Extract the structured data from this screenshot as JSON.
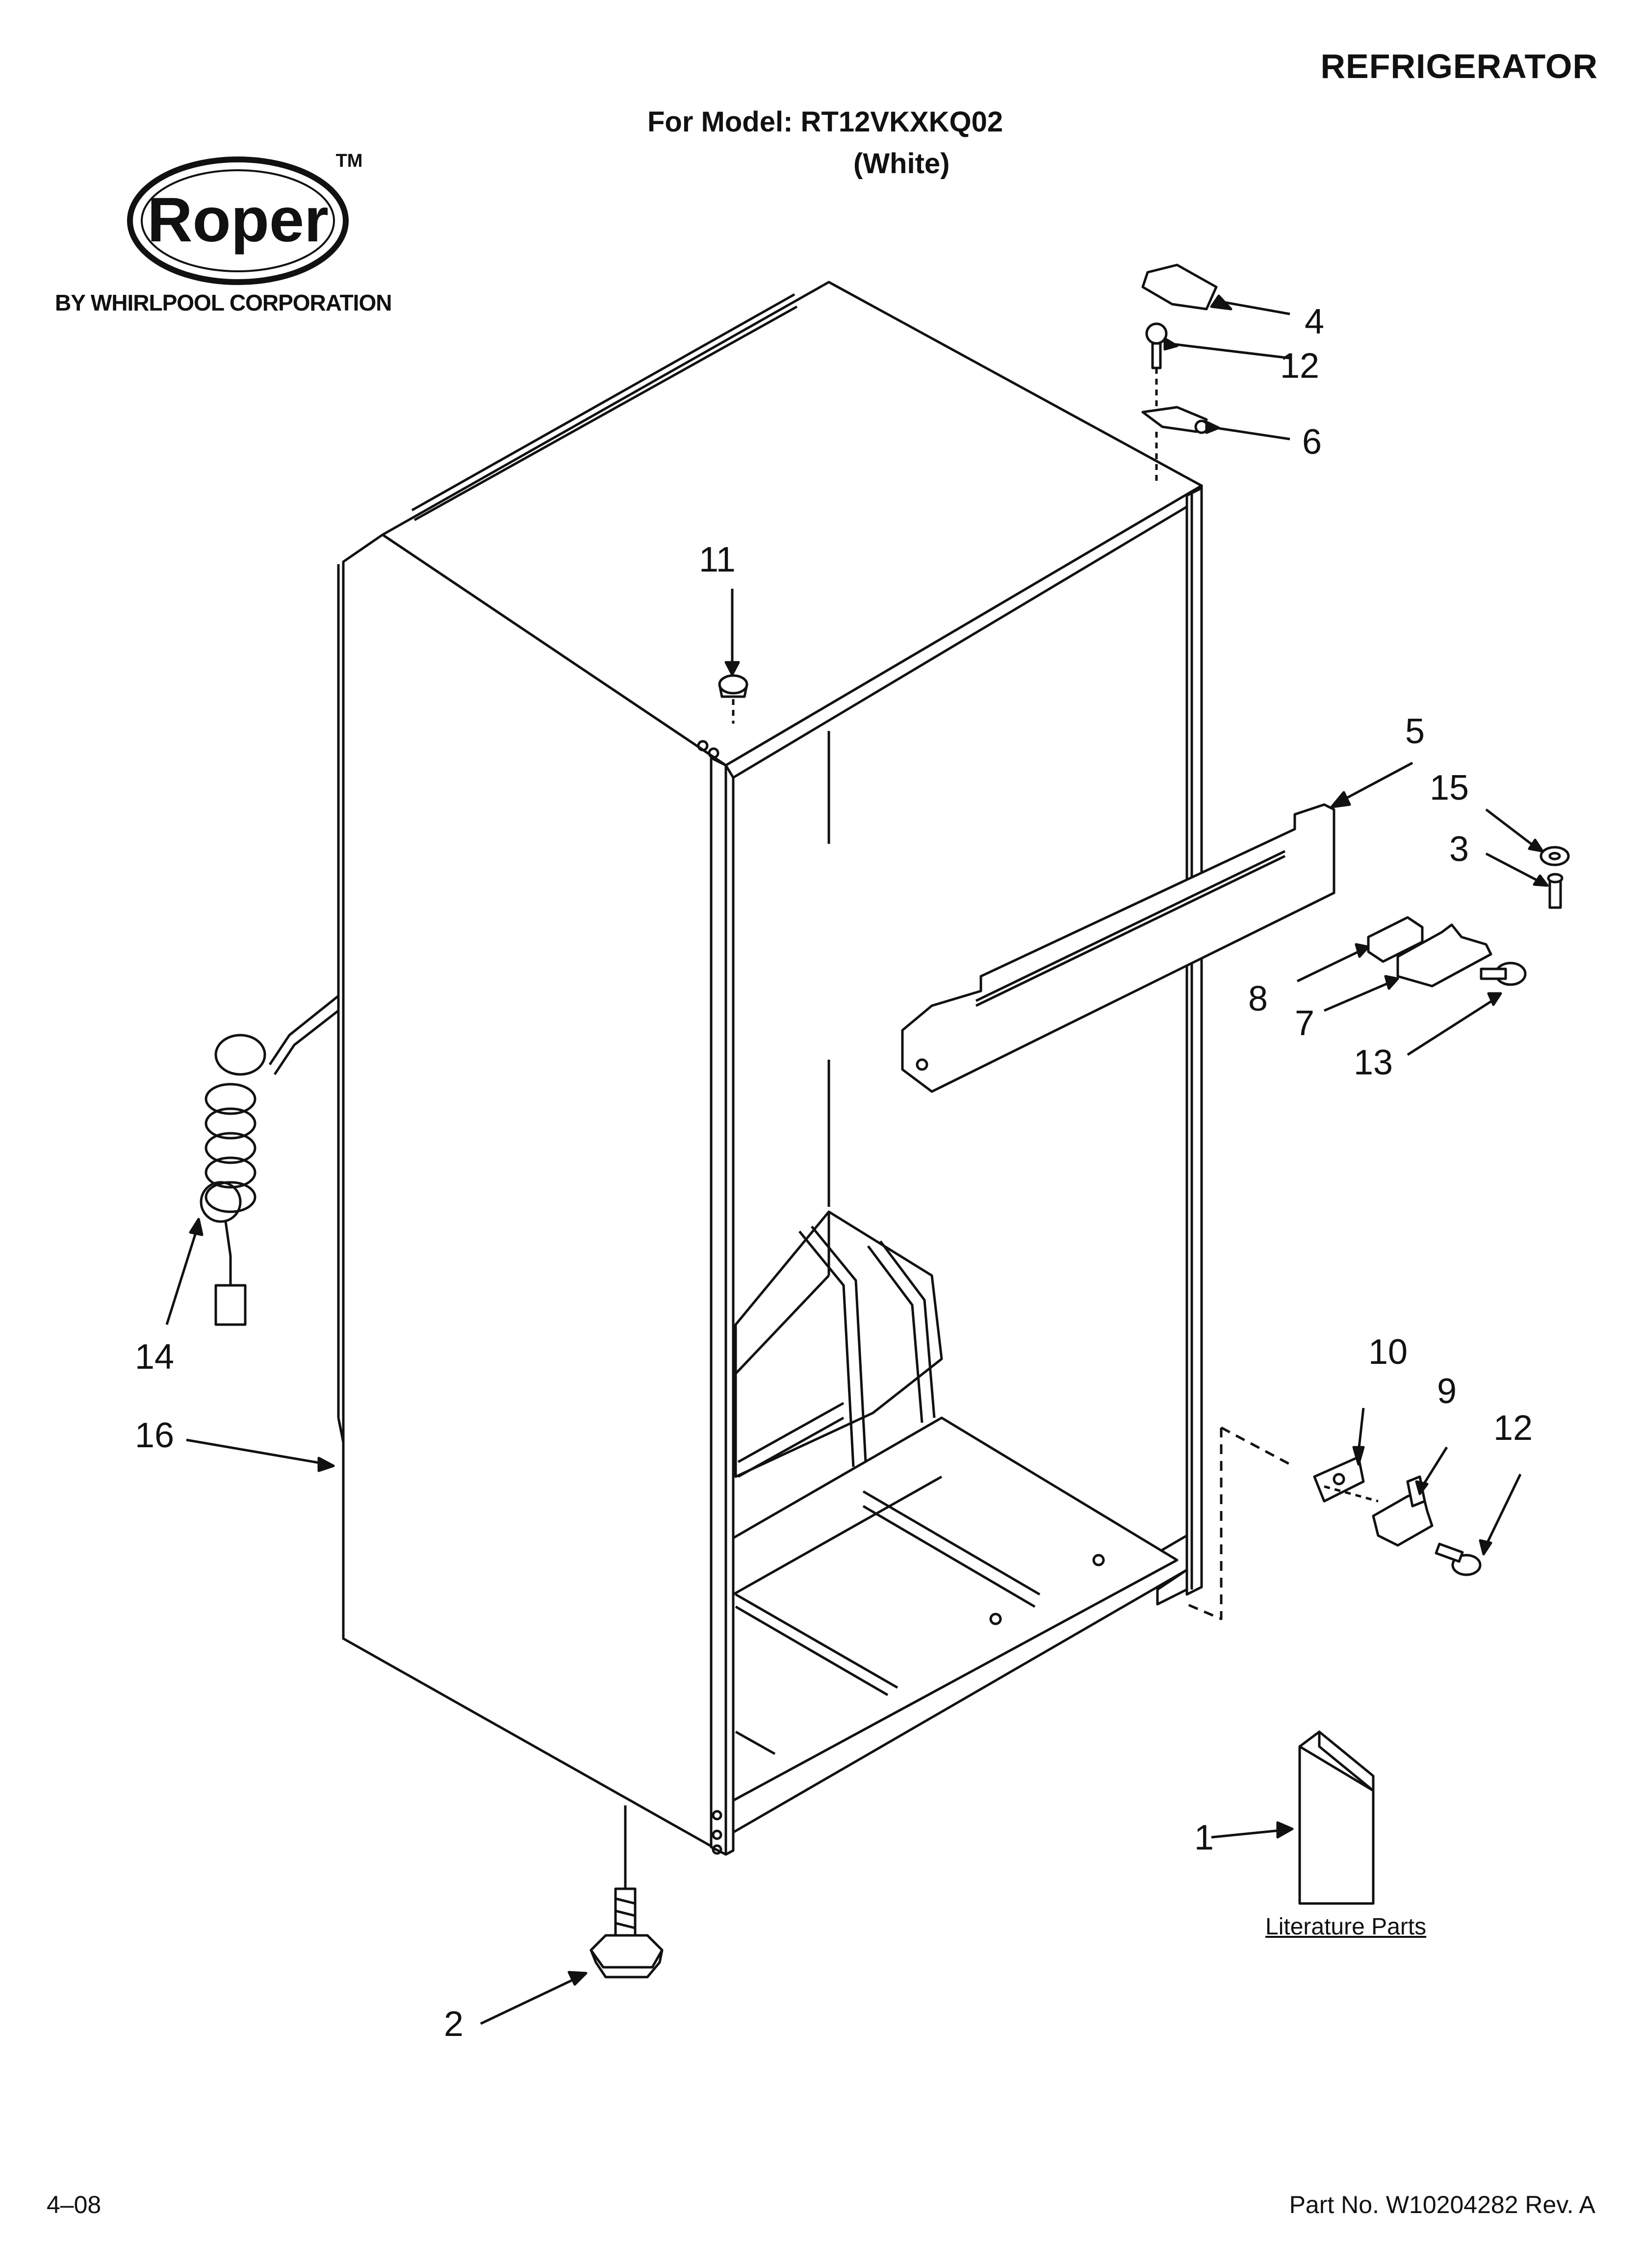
{
  "header": {
    "title": "REFRIGERATOR",
    "model_line": "For Model: RT12VKXKQ02",
    "color_line": "(White)"
  },
  "brand": {
    "logo_text": "Roper",
    "trademark": "TM",
    "byline": "BY WHIRLPOOL CORPORATION"
  },
  "callouts": {
    "c1": "1",
    "c2": "2",
    "c3": "3",
    "c4": "4",
    "c5": "5",
    "c6": "6",
    "c7": "7",
    "c8": "8",
    "c9": "9",
    "c10": "10",
    "c11": "11",
    "c12a": "12",
    "c12b": "12",
    "c13": "13",
    "c14": "14",
    "c15": "15",
    "c16": "16"
  },
  "literature_label": "Literature Parts",
  "footer": {
    "date": "4–08",
    "part_no": "Part No. W10204282 Rev. A"
  }
}
